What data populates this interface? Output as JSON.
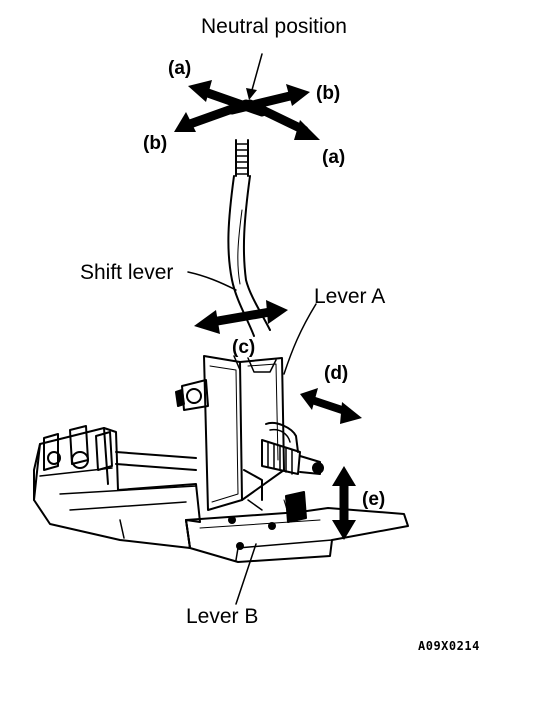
{
  "labels": {
    "neutral_position": "Neutral position",
    "shift_lever": "Shift lever",
    "lever_a": "Lever A",
    "lever_b": "Lever B",
    "a_top": "(a)",
    "b_top": "(b)",
    "b_left": "(b)",
    "a_right": "(a)",
    "c": "(c)",
    "d": "(d)",
    "e": "(e)",
    "figure_code": "A09X0214"
  },
  "colors": {
    "ink": "#000000",
    "paper": "#ffffff"
  }
}
